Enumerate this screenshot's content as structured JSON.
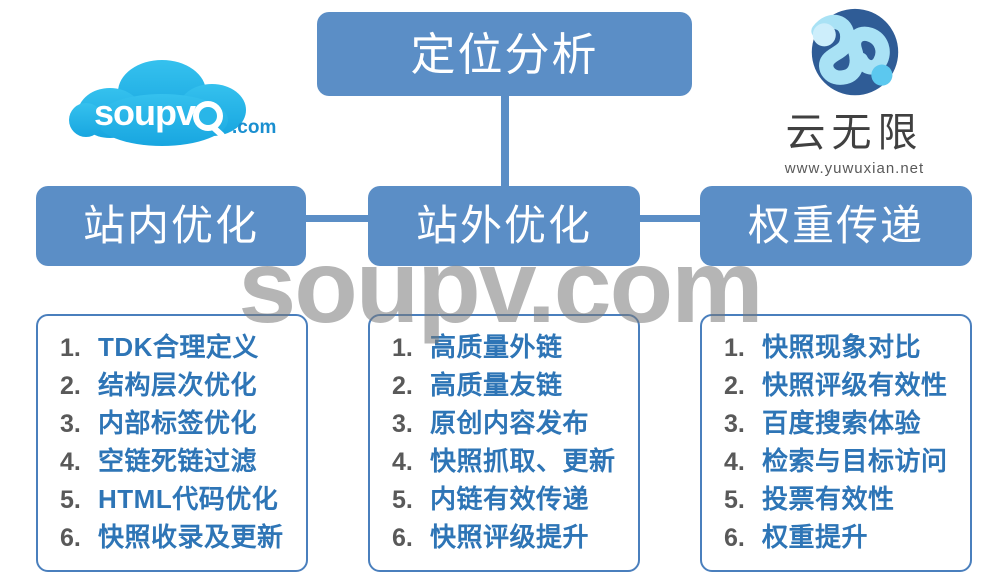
{
  "diagram": {
    "root": {
      "label": "定位分析"
    },
    "branches": [
      {
        "id": "onsite",
        "label": "站内优化",
        "items": [
          {
            "num": "1.",
            "label": "TDK合理定义"
          },
          {
            "num": "2.",
            "label": "结构层次优化"
          },
          {
            "num": "3.",
            "label": "内部标签优化"
          },
          {
            "num": "4.",
            "label": "空链死链过滤"
          },
          {
            "num": "5.",
            "label": "HTML代码优化"
          },
          {
            "num": "6.",
            "label": "快照收录及更新"
          }
        ]
      },
      {
        "id": "offsite",
        "label": "站外优化",
        "items": [
          {
            "num": "1.",
            "label": "高质量外链"
          },
          {
            "num": "2.",
            "label": "高质量友链"
          },
          {
            "num": "3.",
            "label": "原创内容发布"
          },
          {
            "num": "4.",
            "label": "快照抓取、更新"
          },
          {
            "num": "5.",
            "label": "内链有效传递"
          },
          {
            "num": "6.",
            "label": "快照评级提升"
          }
        ]
      },
      {
        "id": "weight",
        "label": "权重传递",
        "items": [
          {
            "num": "1.",
            "label": "快照现象对比"
          },
          {
            "num": "2.",
            "label": "快照评级有效性"
          },
          {
            "num": "3.",
            "label": "百度搜索体验"
          },
          {
            "num": "4.",
            "label": "检索与目标访问"
          },
          {
            "num": "5.",
            "label": "投票有效性"
          },
          {
            "num": "6.",
            "label": "权重提升"
          }
        ]
      }
    ]
  },
  "watermark": {
    "text": "soupv.com"
  },
  "logo_left": {
    "name": "soupv-cloud-logo",
    "wordmark": "soupv",
    "suffix": ".com",
    "icon": "magnifier-icon",
    "cloud_color": "#29b6e8",
    "suffix_color": "#1a8fd0"
  },
  "logo_right": {
    "name": "yuwuxian-logo",
    "brand": "云无限",
    "url": "www.yuwuxian.net",
    "circle_color": "#2f5c96",
    "swoosh_color": "#a9e2f5"
  },
  "colors": {
    "box_blue": "#5b8ec6",
    "box_text": "#ffffff",
    "card_border": "#4a7fbd",
    "list_number": "#595959",
    "list_text": "#2e75b6",
    "watermark": "rgba(120,120,120,0.55)",
    "background": "#ffffff"
  }
}
